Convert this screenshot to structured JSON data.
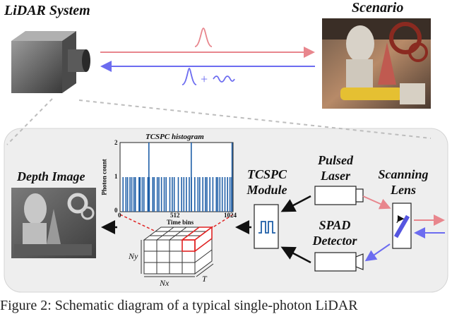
{
  "title_lidar": "LiDAR System",
  "title_scenario": "Scenario",
  "label_depth": "Depth Image",
  "label_tcspc_line1": "TCSPC",
  "label_tcspc_line2": "Module",
  "label_pulsed_line1": "Pulsed",
  "label_pulsed_line2": "Laser",
  "label_scan_line1": "Scanning",
  "label_scan_line2": "Lens",
  "label_spad_line1": "SPAD",
  "label_spad_line2": "Detector",
  "signal_plus": "+",
  "histogram": {
    "title": "TCSPC histogram",
    "xlabel": "Time bins",
    "ylabel": "Photon count",
    "xticks": [
      "0",
      "512",
      "1024"
    ],
    "yticks": [
      "0",
      "1",
      "2"
    ]
  },
  "cube": {
    "ny": "Ny",
    "nx": "Nx",
    "t": "T"
  },
  "caption": "Figure 2: Schematic diagram of a typical single-photon LiDAR",
  "colors": {
    "emit": "#e8868d",
    "return": "#6c6cf0",
    "bars": "#1f5fa8",
    "highlight": "#e02424",
    "panel": "#eeeeee"
  },
  "chart_data": {
    "type": "bar",
    "title": "TCSPC histogram",
    "xlabel": "Time bins",
    "ylabel": "Photon count",
    "xlim": [
      0,
      1024
    ],
    "ylim": [
      0,
      2
    ],
    "bins_count1": [
      22,
      48,
      63,
      85,
      101,
      121,
      134,
      167,
      176,
      196,
      211,
      247,
      260,
      291,
      304,
      332,
      347,
      370,
      395,
      412,
      446,
      468,
      486,
      523,
      552,
      573,
      596,
      622,
      641,
      672,
      701,
      717,
      745,
      768,
      782,
      809,
      836,
      867,
      880,
      899,
      921,
      945,
      969,
      991,
      1006
    ],
    "bins_count2": [
      256,
      640,
      1010
    ]
  }
}
